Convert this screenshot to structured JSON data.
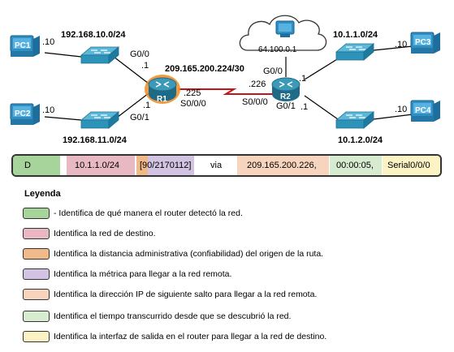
{
  "topology": {
    "pc1": {
      "label": "PC1",
      "host": ".10"
    },
    "pc2": {
      "label": "PC2",
      "host": ".10"
    },
    "pc3": {
      "label": "PC3",
      "host": ".10"
    },
    "pc4": {
      "label": "PC4",
      "host": ".10"
    },
    "net_pc1": "192.168.10.0/24",
    "net_pc2": "192.168.11.0/24",
    "net_pc3": "10.1.1.0/24",
    "net_pc4": "10.1.2.0/24",
    "serial_net": "209.165.200.224/30",
    "cloud_label": "64.100.0.1",
    "r1": {
      "label": "R1",
      "g00": "G0/0",
      "g00_host": ".1",
      "g01": "G0/1",
      "g01_host": ".1",
      "s000": "S0/0/0",
      "s000_host": ".225"
    },
    "r2": {
      "label": "R2",
      "g00": "G0/0",
      "g00_host": ".1",
      "g01": "G0/1",
      "g01_host": ".1",
      "s000": "S0/0/0",
      "s000_host": ".226",
      "g00_right_host": ".1"
    }
  },
  "route_entry": {
    "code": "D",
    "network": "10.1.1.0/24",
    "ad_metric": "[90/2170112]",
    "via": "via",
    "next_hop": "209.165.200.226,",
    "time": "00:00:05,",
    "interface": "Serial0/0/0"
  },
  "legend": {
    "title": "Leyenda",
    "items": [
      {
        "color": "#a6d49a",
        "text": "- Identifica de qué manera el router detectó la red."
      },
      {
        "color": "#e8b9c2",
        "text": "Identifica la red de destino."
      },
      {
        "color": "#efb98a",
        "text": "Identifica la distancia administrativa (confiabilidad) del origen de la ruta."
      },
      {
        "color": "#d3c3e2",
        "text": "Identifica la métrica para llegar a la red remota."
      },
      {
        "color": "#f6d4bd",
        "text": "Identifica la dirección IP de siguiente salto para llegar a la red remota."
      },
      {
        "color": "#d6ebd0",
        "text": "Identifica el tiempo transcurrido desde que se descubrió la red."
      },
      {
        "color": "#fbf3c4",
        "text": "Identifica la interfaz de salida en el router para llegar a la red de destino."
      }
    ]
  },
  "colors": {
    "router_blue": "#2d7f9e",
    "router_glow": "#f08a1e",
    "pc_blue": "#2f8fc4",
    "switch_blue": "#2e93b8",
    "serial_red": "#c0161b"
  }
}
